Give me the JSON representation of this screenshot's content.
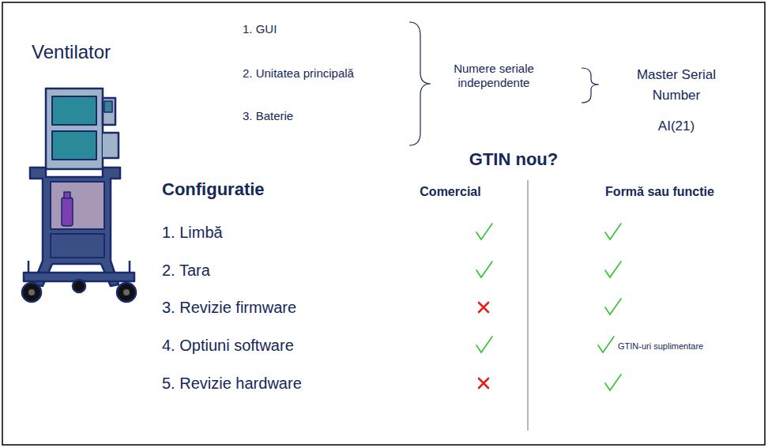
{
  "diagram": {
    "labels": [
      "Ventilator",
      "1. GUI",
      "2. Unitatea principală",
      "3. Baterie",
      "Numere seriale independente",
      "Master Serial Number",
      "AI(21)",
      "GTIN nou?",
      "Configuratie",
      "Comercial",
      "Formă sau functie",
      "1. Limbă",
      "2. Tara",
      "3. Revizie firmware",
      "4. Optiuni software",
      "5. Revizie hardware",
      "GTIN-uri suplimentare"
    ]
  }
}
